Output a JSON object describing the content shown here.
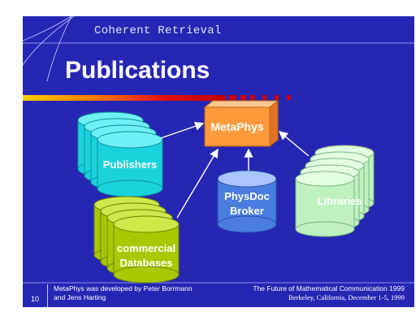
{
  "slide": {
    "header": "Coherent Retrieval",
    "title": "Publications",
    "page_number": "10"
  },
  "nodes": {
    "metaphys": "MetaPhys",
    "publishers": "Publishers",
    "physdoc_line1": "PhysDoc",
    "physdoc_line2": "Broker",
    "libraries": "Libraries",
    "commercial_line1": "commercial",
    "commercial_line2": "Databases"
  },
  "footer": {
    "credit_line1": "MetaPhys was developed by Peter Borrmann",
    "credit_line2": "and Jens Harting",
    "conference_name": "The Future of Mathematical Communication 1999",
    "conference_location": "Berkeley, California, December 1-5, 1999"
  },
  "colors": {
    "background": "#2626b4",
    "publishers": "#19d3dc",
    "commercial": "#a8c800",
    "libraries": "#bff0c0",
    "physdoc": "#4a7de0",
    "metaphys": "#ff9a3c"
  }
}
